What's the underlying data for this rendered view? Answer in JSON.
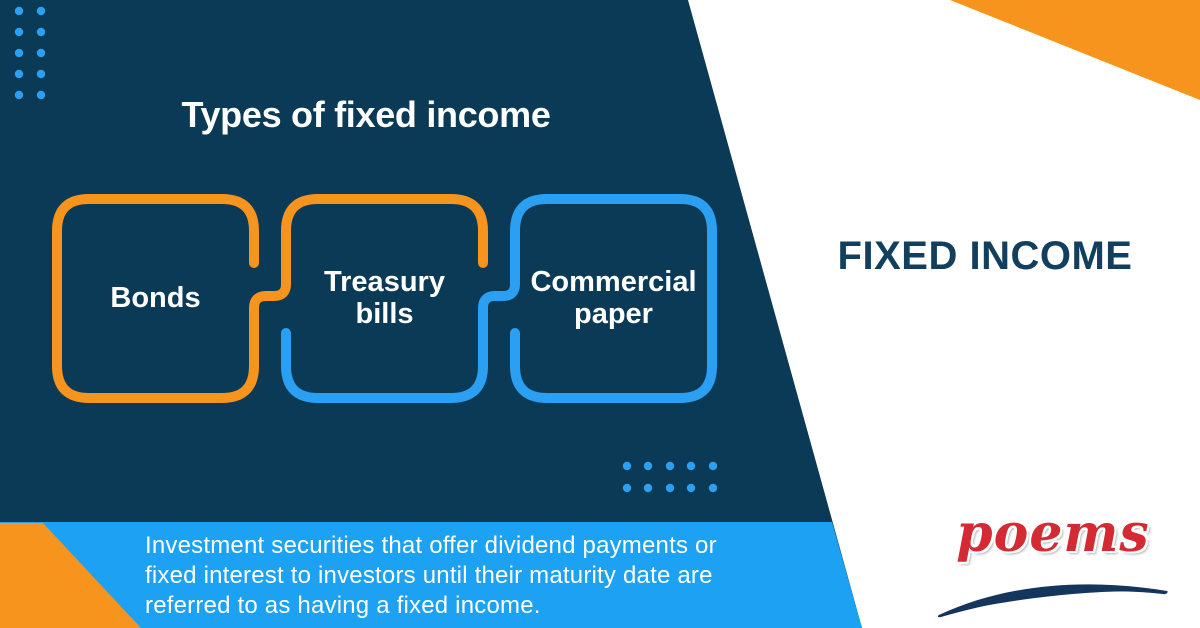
{
  "colors": {
    "navy": "#0b3a56",
    "orange": "#f7941d",
    "blue": "#2b9ff2",
    "band": "#1da1f2",
    "heading": "#123f5e",
    "logo_red": "#d42a33",
    "logo_navy": "#14355c"
  },
  "left_panel": {
    "title": "Types of fixed income",
    "boxes": [
      {
        "label": "Bonds",
        "border_color": "#f7941d"
      },
      {
        "label": "Treasury bills",
        "border_color": "#f7941d / #2b9ff2"
      },
      {
        "label": "Commercial paper",
        "border_color": "#2b9ff2"
      }
    ]
  },
  "right_panel": {
    "heading": "FIXED INCOME"
  },
  "footer": {
    "lines": [
      "Investment securities that offer dividend payments or",
      "fixed interest to investors until their maturity date are",
      "referred to as having a fixed income."
    ]
  },
  "logo": {
    "text": "poems"
  }
}
